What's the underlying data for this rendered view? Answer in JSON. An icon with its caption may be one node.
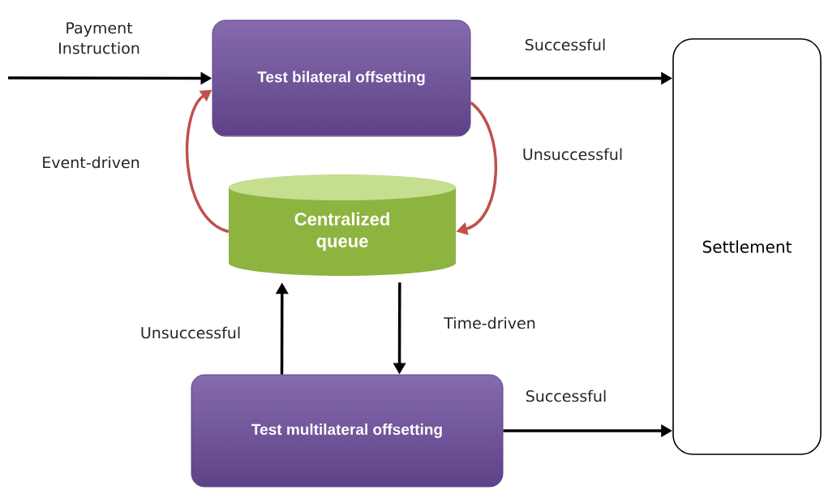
{
  "diagram": {
    "nodes": [
      {
        "text": [
          "Test bilateral offsetting"
        ]
      },
      {
        "text": [
          "Centralized queue"
        ]
      },
      {
        "text": [
          "Test multilateral offsetting"
        ]
      },
      {
        "text": [
          "Settlement"
        ]
      }
    ],
    "edges": [
      {
        "from": null,
        "to": 0,
        "arrow": "to",
        "label": "Payment Instruction"
      },
      {
        "from": 0,
        "to": 3,
        "arrow": "to",
        "label": "Successful"
      },
      {
        "from": 0,
        "to": 1,
        "arrow": "to",
        "label": "Unsuccessful",
        "color": "#c0504d"
      },
      {
        "from": 1,
        "to": 0,
        "arrow": "to",
        "label": "Event-driven",
        "color": "#c0504d"
      },
      {
        "from": 2,
        "to": 1,
        "arrow": "to",
        "label": "Unsuccessful"
      },
      {
        "from": 1,
        "to": 2,
        "arrow": "to",
        "label": "Time-driven"
      },
      {
        "from": 2,
        "to": 3,
        "arrow": "to",
        "label": "Successful"
      }
    ]
  }
}
